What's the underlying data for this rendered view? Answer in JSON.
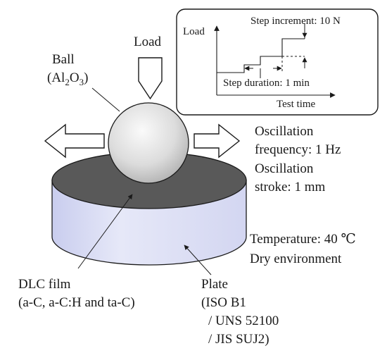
{
  "colors": {
    "plate_side": "#dcdff5",
    "plate_top": "#595959",
    "ball_light": "#fafafa",
    "ball_dark": "#b4b4b4",
    "line": "#1a1a1a"
  },
  "load": {
    "label": "Load"
  },
  "ball": {
    "label": "Ball",
    "material_open": "(Al",
    "material_sub1": "2",
    "material_mid": "O",
    "material_sub2": "3",
    "material_close": ")"
  },
  "oscillation": {
    "line1": "Oscillation",
    "line2": "frequency: 1 Hz",
    "line3": "Oscillation",
    "line4": "stroke: 1 mm"
  },
  "conditions": {
    "temperature": "Temperature: 40 ℃",
    "environment": "Dry environment"
  },
  "dlc": {
    "line1": "DLC film",
    "line2": "(a-C, a-C:H and ta-C)"
  },
  "plate": {
    "line1": "Plate",
    "line2": "(ISO B1",
    "line3": "/ UNS 52100",
    "line4": "/ JIS SUJ2)"
  },
  "inset": {
    "y_axis": "Load",
    "x_axis": "Test time",
    "step_increment": "Step increment: 10 N",
    "step_duration": "Step duration: 1 min"
  }
}
